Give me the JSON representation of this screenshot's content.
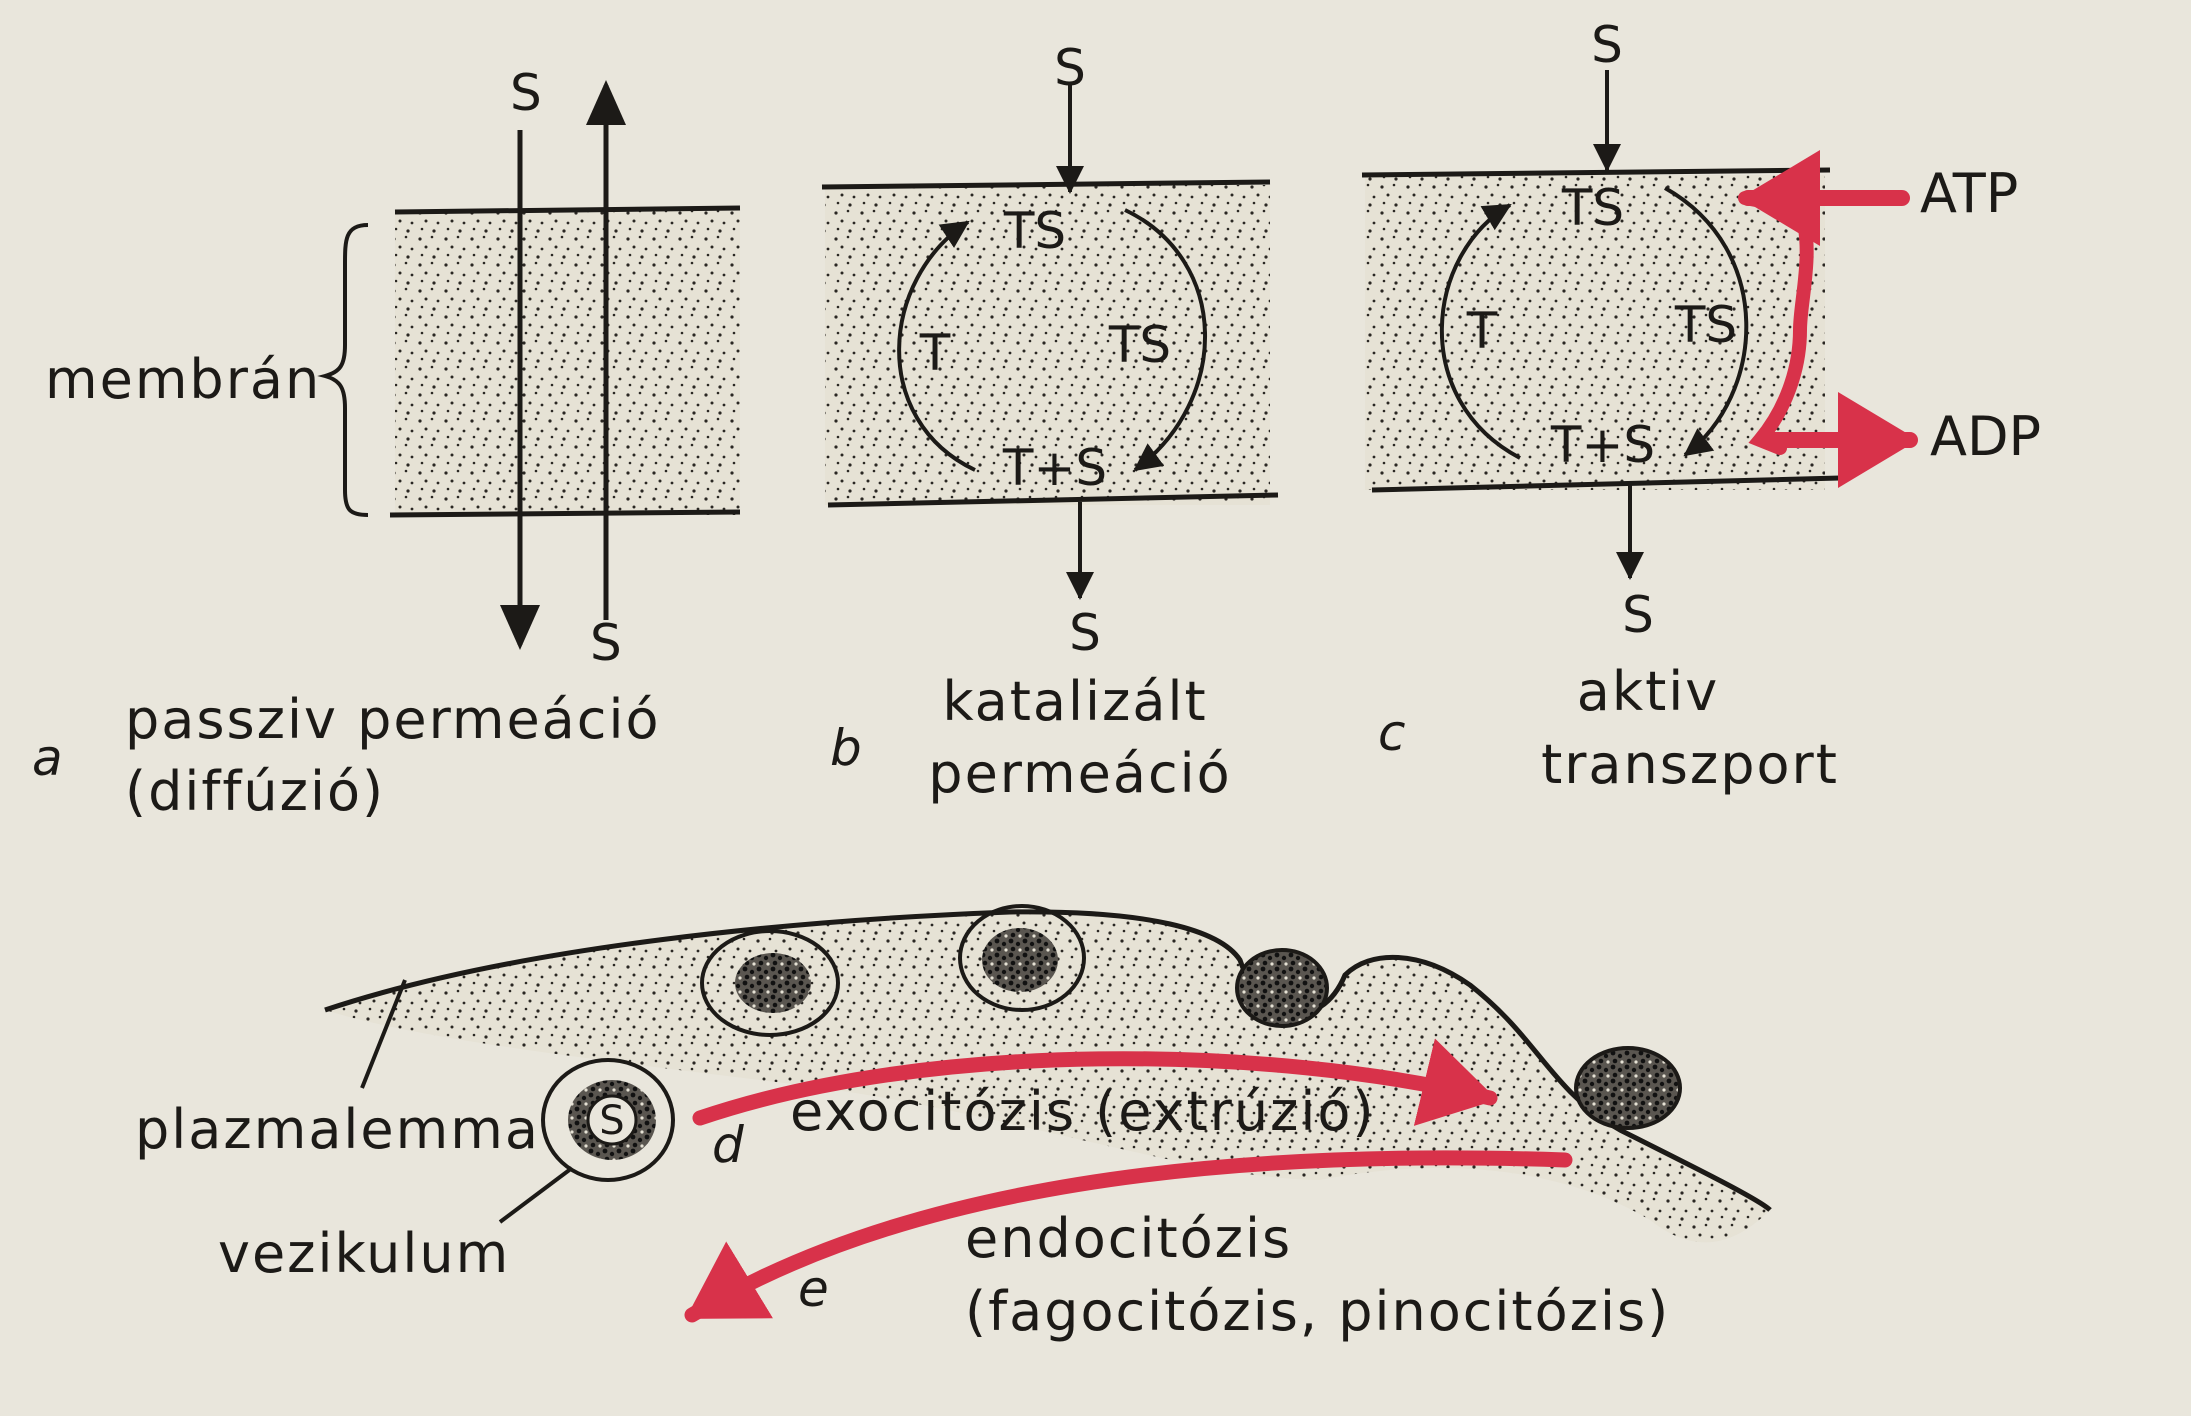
{
  "panel_a": {
    "letter": "a",
    "caption_line1": "passziv permeáció",
    "caption_line2": "(diffúzió)",
    "membrane_label": "membrán",
    "s_top": "S",
    "s_bottom": "S"
  },
  "panel_b": {
    "letter": "b",
    "caption_line1": "katalizált",
    "caption_line2": "permeáció",
    "s_top": "S",
    "s_bottom": "S",
    "ts_top": "TS",
    "ts_right": "TS",
    "t_left": "T",
    "t_plus_s": "T+S"
  },
  "panel_c": {
    "letter": "c",
    "caption_line1": "aktiv",
    "caption_line2": "transzport",
    "s_top": "S",
    "s_bottom": "S",
    "ts_top": "TS",
    "ts_right": "TS",
    "t_left": "T",
    "t_plus_s": "T+S",
    "atp": "ATP",
    "adp": "ADP"
  },
  "panel_de": {
    "plasmalemma_label": "plazmalemma",
    "vesicle_label": "vezikulum",
    "vesicle_s": "S",
    "letter_d": "d",
    "exocytosis": "exocitózis (extrúzió)",
    "letter_e": "e",
    "endocytosis_line1": "endocitózis",
    "endocytosis_line2": "(fagocitózis, pinocitózis)"
  },
  "colors": {
    "paper": "#e9e6dc",
    "ink": "#1c1a17",
    "accent_red": "#d8324a"
  }
}
